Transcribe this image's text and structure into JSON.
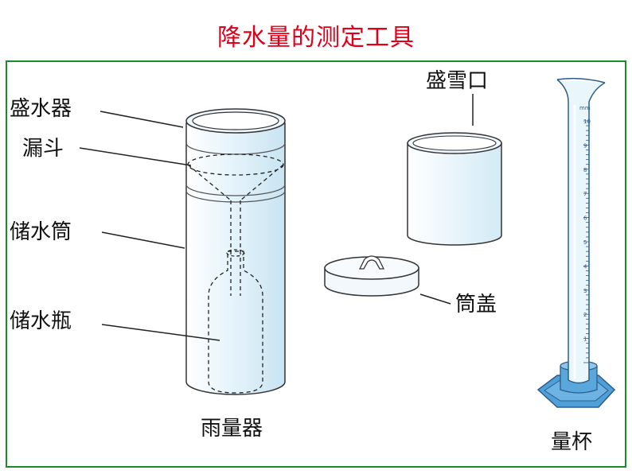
{
  "title": "降水量的测定工具",
  "labels": {
    "container": "盛水器",
    "funnel": "漏斗",
    "storage_tube": "储水筒",
    "storage_bottle": "储水瓶",
    "rain_gauge": "雨量器",
    "snow_collector": "盛雪口",
    "tube_cover": "筒盖",
    "measuring_cup": "量杯"
  },
  "cylinder": {
    "unit": "mm",
    "ticks": [
      "10",
      "9",
      "8",
      "7",
      "6",
      "5",
      "4",
      "3",
      "2",
      "1"
    ]
  },
  "colors": {
    "title": "#e0001a",
    "frame": "#1e8a2e",
    "glass_fill": "#dff1fa",
    "glass_stroke": "#2f5d8a",
    "base_fill": "#4f9fd8"
  }
}
